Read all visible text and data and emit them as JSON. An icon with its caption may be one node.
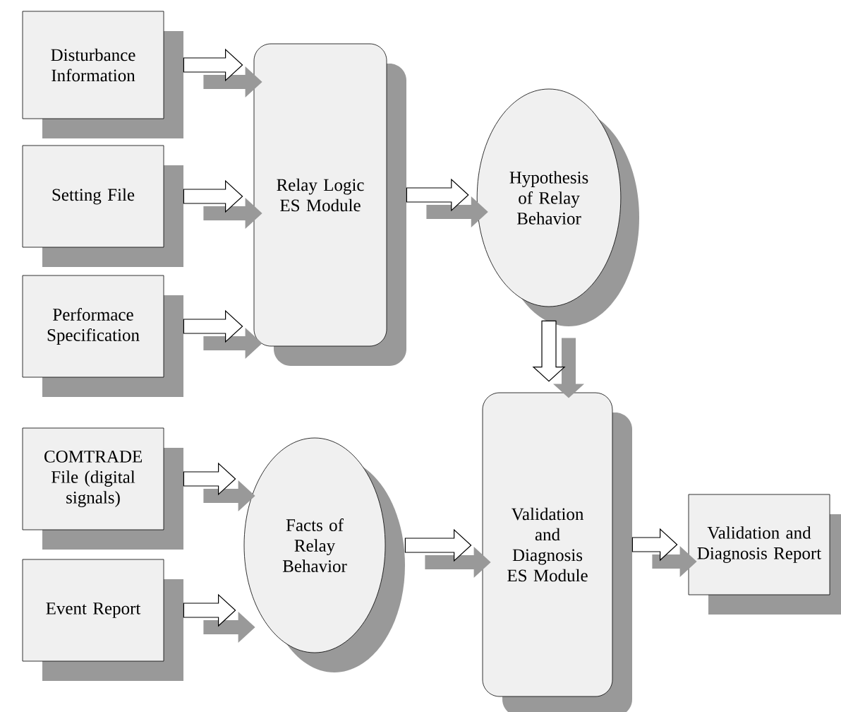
{
  "diagram": {
    "nodes": [
      {
        "text": [
          "Disturbance Information"
        ]
      },
      {
        "text": [
          "Setting File"
        ]
      },
      {
        "text": [
          "Performace Specification"
        ]
      },
      {
        "text": [
          "Relay Logic ES Module"
        ]
      },
      {
        "text": [
          "Hypothesis of Relay Behavior"
        ]
      },
      {
        "text": [
          "COMTRADE File (digital signals)"
        ]
      },
      {
        "text": [
          "Event Report"
        ]
      },
      {
        "text": [
          "Facts of Relay Behavior"
        ]
      },
      {
        "text": [
          "Validation and Diagnosis ES Module"
        ]
      },
      {
        "text": [
          "Validation and Diagnosis Report"
        ]
      }
    ],
    "edges": [
      {
        "from": 0,
        "to": 3,
        "arrow": "to"
      },
      {
        "from": 1,
        "to": 3,
        "arrow": "to"
      },
      {
        "from": 2,
        "to": 3,
        "arrow": "to"
      },
      {
        "from": 3,
        "to": 4,
        "arrow": "to"
      },
      {
        "from": 4,
        "to": 8,
        "arrow": "to"
      },
      {
        "from": 5,
        "to": 7,
        "arrow": "to"
      },
      {
        "from": 6,
        "to": 7,
        "arrow": "to"
      },
      {
        "from": 7,
        "to": 8,
        "arrow": "to"
      },
      {
        "from": 8,
        "to": 9,
        "arrow": "to"
      }
    ]
  }
}
